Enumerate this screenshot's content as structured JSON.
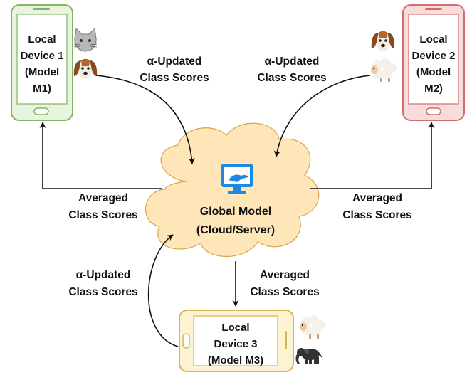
{
  "devices": {
    "d1": {
      "lines": [
        "Local",
        "Device 1",
        "(Model",
        "M1)"
      ],
      "color": "#82b366",
      "fill": "#e8f4dd",
      "icons": [
        "cat-icon",
        "dog-icon"
      ]
    },
    "d2": {
      "lines": [
        "Local",
        "Device 2",
        "(Model",
        "M2)"
      ],
      "color": "#d26b6b",
      "fill": "#f8dcdc",
      "icons": [
        "dog-icon",
        "sheep-icon"
      ]
    },
    "d3": {
      "lines": [
        "Local",
        "Device 3",
        "(Model M3)"
      ],
      "color": "#d6b656",
      "fill": "#fdf3d0",
      "icons": [
        "sheep-icon",
        "elephant-icon"
      ]
    }
  },
  "cloud": {
    "lines": [
      "Global Model",
      "(Cloud/Server)"
    ],
    "fill": "#ffe6b8",
    "stroke": "#d6a64b",
    "icon": "monitor-icon",
    "icon_color": "#1e88e5"
  },
  "edges": {
    "d1_to_cloud": [
      "α-Updated",
      "Class Scores"
    ],
    "d2_to_cloud": [
      "α-Updated",
      "Class Scores"
    ],
    "cloud_to_d1": [
      "Averaged",
      "Class Scores"
    ],
    "cloud_to_d2": [
      "Averaged",
      "Class Scores"
    ],
    "cloud_to_d3": [
      "Averaged",
      "Class Scores"
    ],
    "d3_to_cloud": [
      "α-Updated",
      "Class Scores"
    ]
  }
}
